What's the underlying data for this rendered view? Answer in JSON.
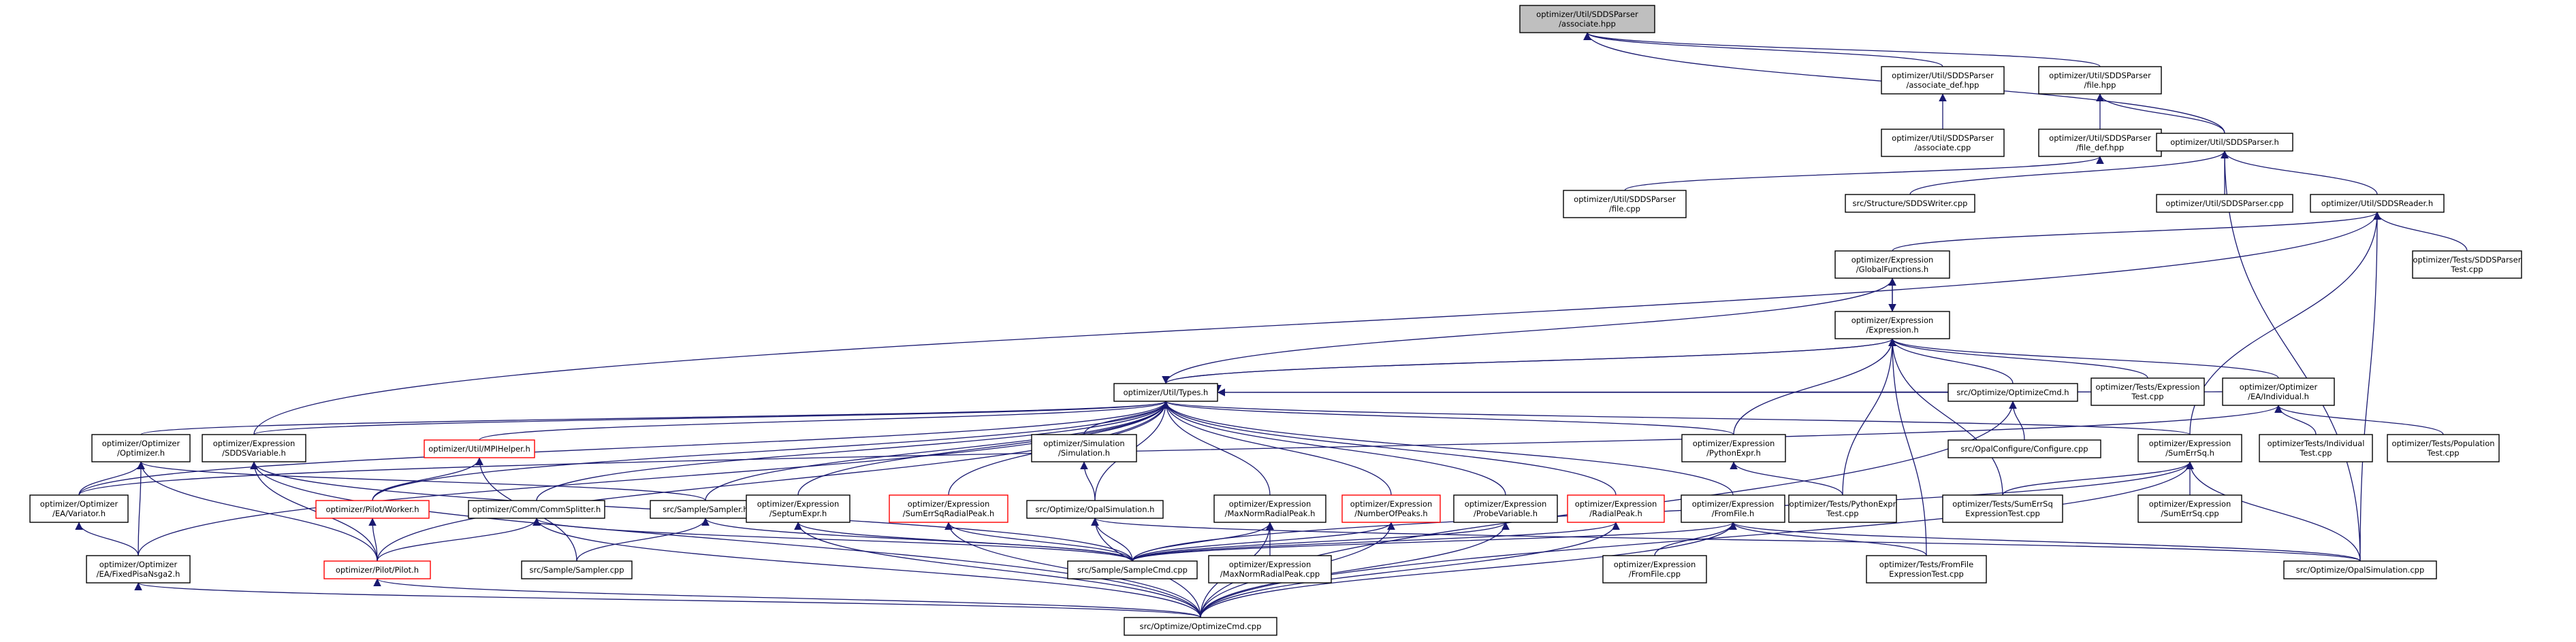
{
  "graph": {
    "nodes": [
      {
        "id": "root",
        "lines": [
          "optimizer/Util/SDDSParser",
          "/associate.hpp"
        ],
        "kind": "root"
      },
      {
        "id": "assoc_def",
        "lines": [
          "optimizer/Util/SDDSParser",
          "/associate_def.hpp"
        ]
      },
      {
        "id": "file_hpp",
        "lines": [
          "optimizer/Util/SDDSParser",
          "/file.hpp"
        ]
      },
      {
        "id": "assoc_cpp",
        "lines": [
          "optimizer/Util/SDDSParser",
          "/associate.cpp"
        ]
      },
      {
        "id": "file_def",
        "lines": [
          "optimizer/Util/SDDSParser",
          "/file_def.hpp"
        ]
      },
      {
        "id": "sddsparser_h",
        "lines": [
          "optimizer/Util/SDDSParser.h"
        ]
      },
      {
        "id": "file_cpp",
        "lines": [
          "optimizer/Util/SDDSParser",
          "/file.cpp"
        ]
      },
      {
        "id": "sddswriter",
        "lines": [
          "src/Structure/SDDSWriter.cpp"
        ]
      },
      {
        "id": "sddsparser_cpp",
        "lines": [
          "optimizer/Util/SDDSParser.cpp"
        ]
      },
      {
        "id": "sddsreader",
        "lines": [
          "optimizer/Util/SDDSReader.h"
        ]
      },
      {
        "id": "globalfunc",
        "lines": [
          "optimizer/Expression",
          "/GlobalFunctions.h"
        ]
      },
      {
        "id": "sddsparsertest",
        "lines": [
          "optimizer/Tests/SDDSParser",
          "Test.cpp"
        ]
      },
      {
        "id": "expression",
        "lines": [
          "optimizer/Expression",
          "/Expression.h"
        ]
      },
      {
        "id": "types",
        "lines": [
          "optimizer/Util/Types.h"
        ]
      },
      {
        "id": "exprtest",
        "lines": [
          "optimizer/Tests/Expression",
          "Test.cpp"
        ]
      },
      {
        "id": "optimizecmd_h",
        "lines": [
          "src/Optimize/OptimizeCmd.h"
        ]
      },
      {
        "id": "individual",
        "lines": [
          "optimizer/Optimizer",
          "/EA/Individual.h"
        ]
      },
      {
        "id": "optimizer_h",
        "lines": [
          "optimizer/Optimizer",
          "/Optimizer.h"
        ]
      },
      {
        "id": "sddsvariable",
        "lines": [
          "optimizer/Expression",
          "/SDDSVariable.h"
        ]
      },
      {
        "id": "mpihelper",
        "lines": [
          "optimizer/Util/MPIHelper.h"
        ],
        "kind": "red"
      },
      {
        "id": "simulation_h",
        "lines": [
          "optimizer/Simulation",
          "/Simulation.h"
        ]
      },
      {
        "id": "pythonexpr",
        "lines": [
          "optimizer/Expression",
          "/PythonExpr.h"
        ]
      },
      {
        "id": "configure",
        "lines": [
          "src/OpalConfigure/Configure.cpp"
        ]
      },
      {
        "id": "sumerrsq",
        "lines": [
          "optimizer/Expression",
          "/SumErrSq.h"
        ]
      },
      {
        "id": "individualtest",
        "lines": [
          "optimizerTests/Individual",
          "Test.cpp"
        ]
      },
      {
        "id": "populationtest",
        "lines": [
          "optimizer/Tests/Population",
          "Test.cpp"
        ]
      },
      {
        "id": "variator",
        "lines": [
          "optimizer/Optimizer",
          "/EA/Variator.h"
        ]
      },
      {
        "id": "commsplitter",
        "lines": [
          "optimizer/Comm/CommSplitter.h"
        ]
      },
      {
        "id": "worker",
        "lines": [
          "optimizer/Pilot/Worker.h"
        ],
        "kind": "red"
      },
      {
        "id": "sampler_h",
        "lines": [
          "src/Sample/Sampler.h"
        ]
      },
      {
        "id": "septum",
        "lines": [
          "optimizer/Expression",
          "/SeptumExpr.h"
        ]
      },
      {
        "id": "sumerrsqradial",
        "lines": [
          "optimizer/Expression",
          "/SumErrSqRadialPeak.h"
        ],
        "kind": "red"
      },
      {
        "id": "opalsimulation_h",
        "lines": [
          "src/Optimize/OpalSimulation.h"
        ]
      },
      {
        "id": "maxnorm",
        "lines": [
          "optimizer/Expression",
          "/MaxNormRadialPeak.h"
        ]
      },
      {
        "id": "numberofpeaks",
        "lines": [
          "optimizer/Expression",
          "/NumberOfPeaks.h"
        ],
        "kind": "red"
      },
      {
        "id": "probevariable",
        "lines": [
          "optimizer/Expression",
          "/ProbeVariable.h"
        ]
      },
      {
        "id": "radialpeak",
        "lines": [
          "optimizer/Expression",
          "/RadialPeak.h"
        ],
        "kind": "red"
      },
      {
        "id": "fromfile",
        "lines": [
          "optimizer/Expression",
          "/FromFile.h"
        ]
      },
      {
        "id": "pythonexprtest",
        "lines": [
          "optimizer/Tests/PythonExpr",
          "Test.cpp"
        ]
      },
      {
        "id": "sumerrsqtest",
        "lines": [
          "optimizer/Tests/SumErrSq",
          "ExpressionTest.cpp"
        ]
      },
      {
        "id": "sumerrsq_cpp",
        "lines": [
          "optimizer/Expression",
          "/SumErrSq.cpp"
        ]
      },
      {
        "id": "fixedpisa",
        "lines": [
          "optimizer/Optimizer",
          "/EA/FixedPisaNsga2.h"
        ]
      },
      {
        "id": "pilot",
        "lines": [
          "optimizer/Pilot/Pilot.h"
        ],
        "kind": "red"
      },
      {
        "id": "sampler_cpp",
        "lines": [
          "src/Sample/Sampler.cpp"
        ]
      },
      {
        "id": "samplecmd",
        "lines": [
          "src/Sample/SampleCmd.cpp"
        ]
      },
      {
        "id": "maxnorm_cpp",
        "lines": [
          "optimizer/Expression",
          "/MaxNormRadialPeak.cpp"
        ]
      },
      {
        "id": "fromfile_cpp",
        "lines": [
          "optimizer/Expression",
          "/FromFile.cpp"
        ]
      },
      {
        "id": "fromfiletest",
        "lines": [
          "optimizer/Tests/FromFile",
          "ExpressionTest.cpp"
        ]
      },
      {
        "id": "opalsimulation_cpp",
        "lines": [
          "src/Optimize/OpalSimulation.cpp"
        ]
      },
      {
        "id": "optimizecmd_cpp",
        "lines": [
          "src/Optimize/OptimizeCmd.cpp"
        ]
      }
    ],
    "edges": [
      [
        "assoc_def",
        "root"
      ],
      [
        "file_hpp",
        "root"
      ],
      [
        "sddsparser_h",
        "root"
      ],
      [
        "assoc_cpp",
        "assoc_def"
      ],
      [
        "file_def",
        "file_hpp"
      ],
      [
        "sddsparser_h",
        "file_hpp"
      ],
      [
        "file_cpp",
        "file_def"
      ],
      [
        "sddswriter",
        "sddsparser_h"
      ],
      [
        "sddsparser_cpp",
        "sddsparser_h"
      ],
      [
        "sddsreader",
        "sddsparser_h"
      ],
      [
        "opalsimulation_cpp",
        "sddsparser_h"
      ],
      [
        "globalfunc",
        "sddsreader"
      ],
      [
        "sddsparsertest",
        "sddsreader"
      ],
      [
        "sddsvariable",
        "sddsreader"
      ],
      [
        "sumerrsq",
        "sddsreader"
      ],
      [
        "opalsimulation_cpp",
        "sddsreader"
      ],
      [
        "expression",
        "globalfunc"
      ],
      [
        "types",
        "globalfunc"
      ],
      [
        "globalfunc",
        "expression"
      ],
      [
        "types",
        "expression"
      ],
      [
        "exprtest",
        "expression"
      ],
      [
        "optimizecmd_h",
        "expression"
      ],
      [
        "individual",
        "expression"
      ],
      [
        "pythonexpr",
        "expression"
      ],
      [
        "pythonexprtest",
        "expression"
      ],
      [
        "sumerrsqtest",
        "expression"
      ],
      [
        "fromfiletest",
        "expression"
      ],
      [
        "expression",
        "types"
      ],
      [
        "optimizecmd_h",
        "types"
      ],
      [
        "individual",
        "types"
      ],
      [
        "optimizer_h",
        "types"
      ],
      [
        "sddsvariable",
        "types"
      ],
      [
        "mpihelper",
        "types"
      ],
      [
        "simulation_h",
        "types"
      ],
      [
        "pythonexpr",
        "types"
      ],
      [
        "sumerrsq",
        "types"
      ],
      [
        "variator",
        "types"
      ],
      [
        "commsplitter",
        "types"
      ],
      [
        "worker",
        "types"
      ],
      [
        "sampler_h",
        "types"
      ],
      [
        "septum",
        "types"
      ],
      [
        "sumerrsqradial",
        "types"
      ],
      [
        "opalsimulation_h",
        "types"
      ],
      [
        "maxnorm",
        "types"
      ],
      [
        "numberofpeaks",
        "types"
      ],
      [
        "probevariable",
        "types"
      ],
      [
        "radialpeak",
        "types"
      ],
      [
        "fromfile",
        "types"
      ],
      [
        "fixedpisa",
        "types"
      ],
      [
        "pilot",
        "types"
      ],
      [
        "configure",
        "optimizecmd_h"
      ],
      [
        "optimizecmd_cpp",
        "optimizecmd_h"
      ],
      [
        "individualtest",
        "individual"
      ],
      [
        "populationtest",
        "individual"
      ],
      [
        "variator",
        "individual"
      ],
      [
        "variator",
        "optimizer_h"
      ],
      [
        "fixedpisa",
        "optimizer_h"
      ],
      [
        "pilot",
        "optimizer_h"
      ],
      [
        "sampler_h",
        "optimizer_h"
      ],
      [
        "pilot",
        "sddsvariable"
      ],
      [
        "optimizecmd_cpp",
        "sddsvariable"
      ],
      [
        "samplecmd",
        "sddsvariable"
      ],
      [
        "worker",
        "mpihelper"
      ],
      [
        "sampler_cpp",
        "mpihelper"
      ],
      [
        "opalsimulation_h",
        "simulation_h"
      ],
      [
        "pythonexprtest",
        "pythonexpr"
      ],
      [
        "sumerrsq_cpp",
        "sumerrsq"
      ],
      [
        "sumerrsqtest",
        "sumerrsq"
      ],
      [
        "opalsimulation_cpp",
        "sumerrsq"
      ],
      [
        "optimizecmd_cpp",
        "sumerrsq"
      ],
      [
        "samplecmd",
        "sumerrsq"
      ],
      [
        "fixedpisa",
        "variator"
      ],
      [
        "pilot",
        "commsplitter"
      ],
      [
        "optimizecmd_cpp",
        "commsplitter"
      ],
      [
        "samplecmd",
        "commsplitter"
      ],
      [
        "pilot",
        "worker"
      ],
      [
        "samplecmd",
        "sampler_h"
      ],
      [
        "sampler_cpp",
        "sampler_h"
      ],
      [
        "samplecmd",
        "septum"
      ],
      [
        "optimizecmd_cpp",
        "septum"
      ],
      [
        "samplecmd",
        "sumerrsqradial"
      ],
      [
        "optimizecmd_cpp",
        "sumerrsqradial"
      ],
      [
        "samplecmd",
        "opalsimulation_h"
      ],
      [
        "optimizecmd_cpp",
        "opalsimulation_h"
      ],
      [
        "opalsimulation_cpp",
        "opalsimulation_h"
      ],
      [
        "maxnorm_cpp",
        "maxnorm"
      ],
      [
        "samplecmd",
        "maxnorm"
      ],
      [
        "optimizecmd_cpp",
        "maxnorm"
      ],
      [
        "samplecmd",
        "numberofpeaks"
      ],
      [
        "optimizecmd_cpp",
        "numberofpeaks"
      ],
      [
        "samplecmd",
        "probevariable"
      ],
      [
        "optimizecmd_cpp",
        "probevariable"
      ],
      [
        "samplecmd",
        "radialpeak"
      ],
      [
        "optimizecmd_cpp",
        "radialpeak"
      ],
      [
        "fromfile_cpp",
        "fromfile"
      ],
      [
        "fromfiletest",
        "fromfile"
      ],
      [
        "samplecmd",
        "fromfile"
      ],
      [
        "optimizecmd_cpp",
        "fromfile"
      ],
      [
        "opalsimulation_cpp",
        "fromfile"
      ],
      [
        "optimizecmd_cpp",
        "fixedpisa"
      ],
      [
        "optimizecmd_cpp",
        "pilot"
      ]
    ]
  }
}
